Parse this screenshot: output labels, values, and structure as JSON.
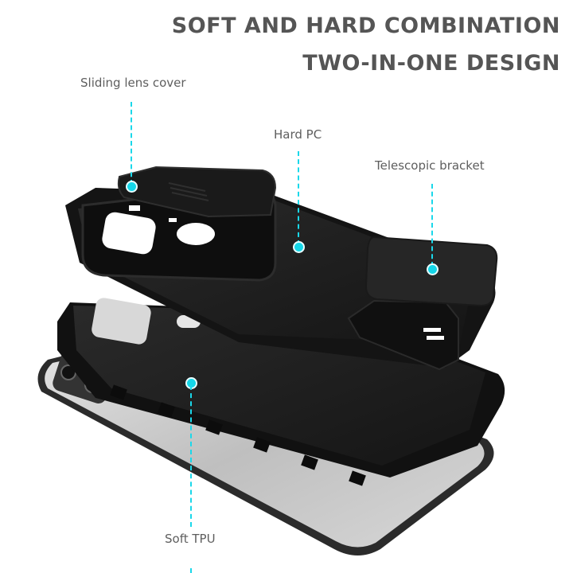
{
  "headline": {
    "line1": "SOFT AND HARD COMBINATION",
    "line2": "TWO-IN-ONE DESIGN"
  },
  "callouts": [
    {
      "id": "sliding-lens-cover",
      "label": "Sliding lens cover"
    },
    {
      "id": "hard-pc",
      "label": "Hard PC"
    },
    {
      "id": "telescopic-bracket",
      "label": "Telescopic bracket"
    },
    {
      "id": "soft-tpu",
      "label": "Soft TPU"
    }
  ],
  "colors": {
    "accent": "#1ad8ea",
    "headline_text": "#555555",
    "label_text": "#5e5e5e",
    "case_black": "#1c1c1c",
    "phone_silver": "#c9c9c9"
  }
}
